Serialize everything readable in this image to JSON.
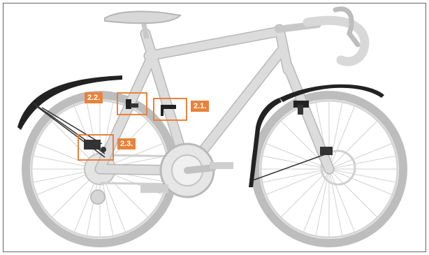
{
  "callouts": [
    {
      "id": "2.1",
      "label": "2.1."
    },
    {
      "id": "2.2",
      "label": "2.2."
    },
    {
      "id": "2.3",
      "label": "2.3."
    }
  ],
  "colors": {
    "accent": "#e9823a",
    "frame": "#dcdcdc",
    "frame_edge": "#b8b8b8",
    "fender": "#222222",
    "tire": "#bdbdbd",
    "border": "#666666"
  }
}
